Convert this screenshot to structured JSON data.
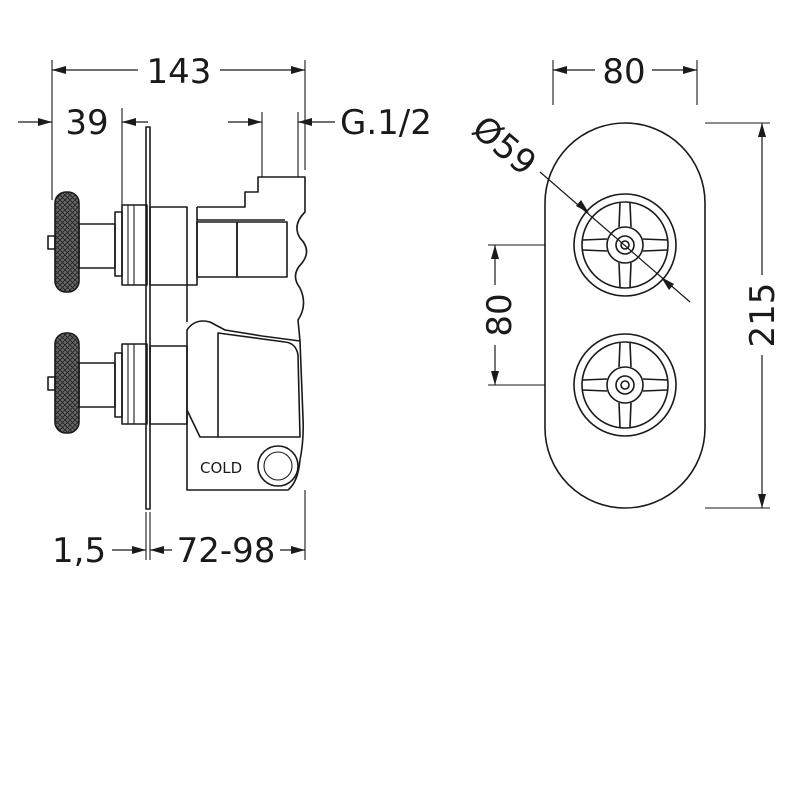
{
  "dimensions": {
    "overall_depth": "143",
    "handle_projection": "39",
    "inlet_thread": "G.1/2",
    "plate_thickness": "1,5",
    "body_depth_range": "72-98",
    "plate_width": "80",
    "handle_diameter": "Ø59",
    "handle_spacing": "80",
    "plate_height": "215"
  },
  "labels": {
    "cold_inlet": "COLD"
  }
}
